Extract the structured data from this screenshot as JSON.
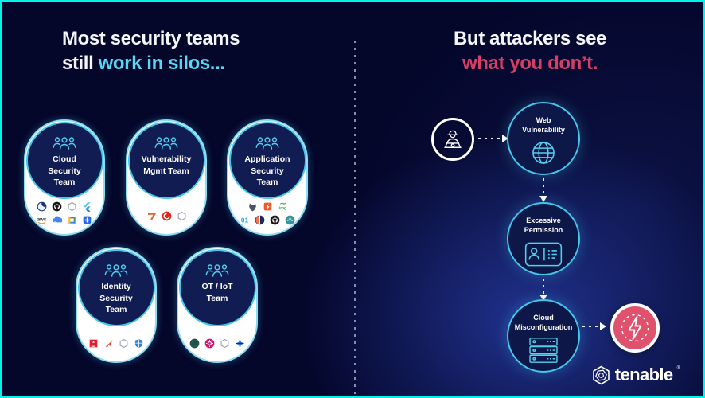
{
  "left": {
    "title": {
      "line1": "Most security teams",
      "line2_prefix": "still ",
      "line2_accent": "work in silos..."
    },
    "teams": [
      {
        "name": "Cloud Security Team",
        "lines": [
          "Cloud",
          "Security",
          "Team"
        ],
        "logos": [
          "orca-circle",
          "github",
          "hexagon-outline",
          "flutter-blue",
          "aws",
          "google-cloud",
          "ms-color-square",
          "plus-square"
        ]
      },
      {
        "name": "Vulnerability Mgmt Team",
        "lines": [
          "Vulnerability",
          "Mgmt Team"
        ],
        "logos": [
          "rapid7",
          "qualys-red-circle",
          "hexagon-outline"
        ]
      },
      {
        "name": "Application Security Team",
        "lines": [
          "Application",
          "Security",
          "Team"
        ],
        "logos": [
          "wolf-head",
          "lightning-square",
          "img-green",
          "zero-one-blue",
          "orange-navy-circle",
          "github",
          "teal-circle"
        ]
      },
      {
        "name": "Identity Security Team",
        "lines": [
          "Identity",
          "Security",
          "Team"
        ],
        "logos": [
          "cyberark-red-square",
          "sailpoint-swoosh",
          "hexagon-outline",
          "blue-shield"
        ]
      },
      {
        "name": "OT / IoT Team",
        "lines": [
          "OT / IoT",
          "Team"
        ],
        "logos": [
          "dark-green-circle",
          "claroty-pink-circle",
          "hexagon-outline",
          "blue-snowflake"
        ]
      }
    ],
    "people_icon": "team-people-icon"
  },
  "right": {
    "title": {
      "line1": "But attackers see",
      "line2": "what you don’t."
    },
    "attacker_icon": "attacker-at-laptop-icon",
    "nodes": [
      {
        "name": "Web Vulnerability",
        "lines": [
          "Web",
          "Vulnerability"
        ],
        "icon": "globe-icon"
      },
      {
        "name": "Excessive Permission",
        "lines": [
          "Excessive",
          "Permission"
        ],
        "icon": "id-card-icon"
      },
      {
        "name": "Cloud Misconfiguration",
        "lines": [
          "Cloud",
          "Misconfiguration"
        ],
        "icon": "server-rack-icon"
      }
    ],
    "breach_icon": "lightning-burst-icon"
  },
  "brand": {
    "name": "tenable",
    "mark": "®"
  },
  "colors": {
    "background": "#04062a",
    "frame_border": "#00f2ea",
    "accent_cyan": "#57d7f2",
    "accent_pink": "#d63f63",
    "node_border": "#45c6ec",
    "node_fill": "#0d1848",
    "card_circle_fill": "#111d52",
    "burst_pink": "#e0516e",
    "icon_stroke_cyan": "#4fd0ee"
  }
}
